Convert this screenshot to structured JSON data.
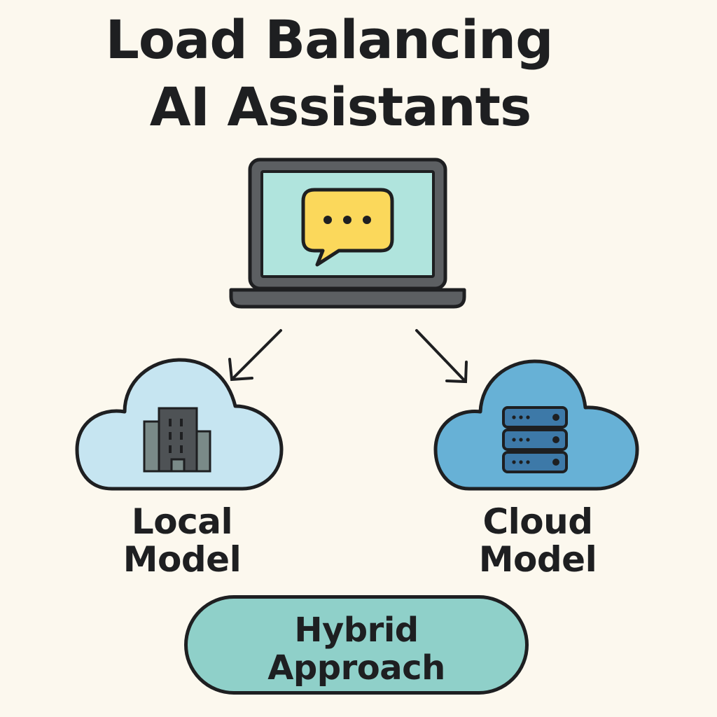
{
  "title": {
    "line1": "Load Balancing",
    "line2": "AI Assistants"
  },
  "device": {
    "icon": "laptop-icon",
    "screen_icon": "chat-bubble-icon"
  },
  "nodes": {
    "local": {
      "line1": "Local",
      "line2": "Model",
      "icon": "building-icon",
      "color": "#c6e5f1"
    },
    "cloud": {
      "line1": "Cloud",
      "line2": "Model",
      "icon": "server-rack-icon",
      "color": "#67b1d6"
    }
  },
  "hybrid": {
    "line1": "Hybrid",
    "line2": "Approach",
    "color": "#8fd0c9"
  },
  "colors": {
    "background": "#fcf8ee",
    "outline": "#1e1f21",
    "laptop_body": "#5c5f62",
    "screen": "#b0e4dd",
    "chat_bubble": "#fbd85b"
  }
}
